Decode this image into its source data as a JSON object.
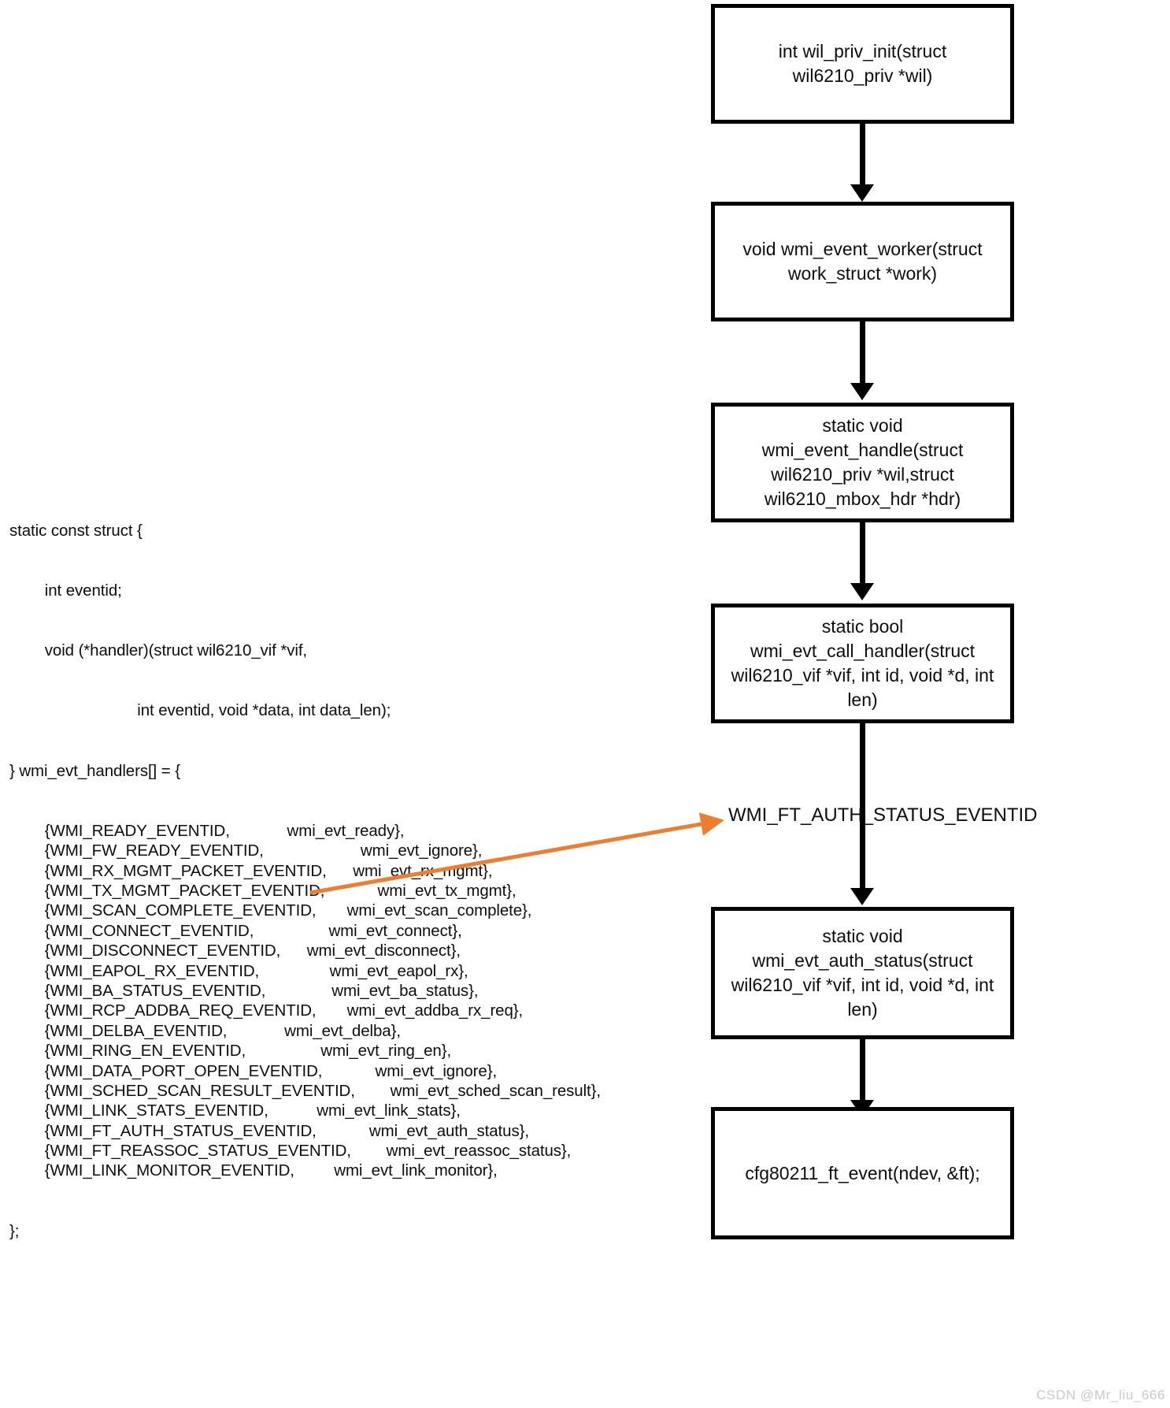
{
  "code": {
    "lines": [
      "static const struct {",
      "        int eventid;",
      "        void (*handler)(struct wil6210_vif *vif,",
      "                             int eventid, void *data, int data_len);",
      "} wmi_evt_handlers[] = {"
    ],
    "handlers": [
      {
        "eventid": "{WMI_READY_EVENTID,",
        "pad": 13,
        "handler": "wmi_evt_ready},"
      },
      {
        "eventid": "{WMI_FW_READY_EVENTID,",
        "pad": 22,
        "handler": "wmi_evt_ignore},"
      },
      {
        "eventid": "{WMI_RX_MGMT_PACKET_EVENTID,",
        "pad": 6,
        "handler": "wmi_evt_rx_mgmt},"
      },
      {
        "eventid": "{WMI_TX_MGMT_PACKET_EVENTID,",
        "pad": 12,
        "handler": "wmi_evt_tx_mgmt},"
      },
      {
        "eventid": "{WMI_SCAN_COMPLETE_EVENTID,",
        "pad": 7,
        "handler": "wmi_evt_scan_complete},"
      },
      {
        "eventid": "{WMI_CONNECT_EVENTID,",
        "pad": 17,
        "handler": "wmi_evt_connect},"
      },
      {
        "eventid": "{WMI_DISCONNECT_EVENTID,",
        "pad": 6,
        "handler": "wmi_evt_disconnect},"
      },
      {
        "eventid": "{WMI_EAPOL_RX_EVENTID,",
        "pad": 16,
        "handler": "wmi_evt_eapol_rx},"
      },
      {
        "eventid": "{WMI_BA_STATUS_EVENTID,",
        "pad": 15,
        "handler": "wmi_evt_ba_status},"
      },
      {
        "eventid": "{WMI_RCP_ADDBA_REQ_EVENTID,",
        "pad": 7,
        "handler": "wmi_evt_addba_rx_req},"
      },
      {
        "eventid": "{WMI_DELBA_EVENTID,",
        "pad": 13,
        "handler": "wmi_evt_delba},"
      },
      {
        "eventid": "{WMI_RING_EN_EVENTID,",
        "pad": 17,
        "handler": "wmi_evt_ring_en},"
      },
      {
        "eventid": "{WMI_DATA_PORT_OPEN_EVENTID,",
        "pad": 12,
        "handler": "wmi_evt_ignore},"
      },
      {
        "eventid": "{WMI_SCHED_SCAN_RESULT_EVENTID,",
        "pad": 8,
        "handler": "wmi_evt_sched_scan_result},"
      },
      {
        "eventid": "{WMI_LINK_STATS_EVENTID,",
        "pad": 11,
        "handler": "wmi_evt_link_stats},"
      },
      {
        "eventid": "{WMI_FT_AUTH_STATUS_EVENTID,",
        "pad": 12,
        "handler": "wmi_evt_auth_status},"
      },
      {
        "eventid": "{WMI_FT_REASSOC_STATUS_EVENTID,",
        "pad": 8,
        "handler": "wmi_evt_reassoc_status},"
      },
      {
        "eventid": "{WMI_LINK_MONITOR_EVENTID,",
        "pad": 9,
        "handler": "wmi_evt_link_monitor},"
      }
    ],
    "closing": "};"
  },
  "flow": {
    "boxes": [
      {
        "id": "wil-priv-init",
        "text": "int wil_priv_init(struct wil6210_priv *wil)"
      },
      {
        "id": "wmi-event-worker",
        "text": "void wmi_event_worker(struct work_struct *work)"
      },
      {
        "id": "wmi-event-handle",
        "text": "static void wmi_event_handle(struct wil6210_priv *wil,struct wil6210_mbox_hdr *hdr)"
      },
      {
        "id": "wmi-evt-call-handler",
        "text": "static bool wmi_evt_call_handler(struct wil6210_vif *vif, int id, void *d, int len)"
      },
      {
        "id": "wmi-evt-auth-status",
        "text": "static void wmi_evt_auth_status(struct wil6210_vif *vif, int id, void *d, int len)"
      },
      {
        "id": "cfg80211-ft-event",
        "text": "cfg80211_ft_event(ndev, &ft);"
      }
    ],
    "event_label": "WMI_FT_AUTH_STATUS_EVENTID",
    "connector_color": "#ED7D31"
  },
  "watermark": "CSDN @Mr_liu_666"
}
